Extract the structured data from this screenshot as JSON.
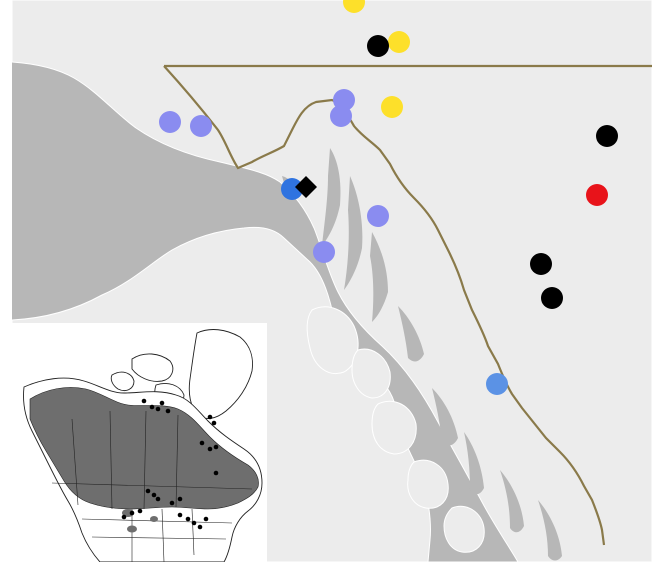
{
  "map": {
    "colors": {
      "ocean": "#b7b7b7",
      "land": "#ececec",
      "land_border": "#ffffff",
      "boundary": "#8a7a4a",
      "inset_land": "#ffffff",
      "inset_range": "#6e6e6e",
      "inset_outline": "#222222"
    },
    "legend": []
  },
  "markers": [
    {
      "id": "m1",
      "kind": "circle",
      "color": "#fde02a"
    },
    {
      "id": "m2",
      "kind": "circle",
      "color": "#fde02a"
    },
    {
      "id": "m3",
      "kind": "circle",
      "color": "#000000"
    },
    {
      "id": "m4",
      "kind": "circle",
      "color": "#8a8cf0"
    },
    {
      "id": "m5",
      "kind": "circle",
      "color": "#8a8cf0"
    },
    {
      "id": "m6",
      "kind": "circle",
      "color": "#8a8cf0"
    },
    {
      "id": "m7",
      "kind": "circle",
      "color": "#8a8cf0"
    },
    {
      "id": "m8",
      "kind": "circle",
      "color": "#fde02a"
    },
    {
      "id": "m9",
      "kind": "circle",
      "color": "#000000"
    },
    {
      "id": "m10",
      "kind": "circle",
      "color": "#2f73e0"
    },
    {
      "id": "m11",
      "kind": "diamond",
      "color": "#000000"
    },
    {
      "id": "m12",
      "kind": "circle",
      "color": "#e8131a"
    },
    {
      "id": "m13",
      "kind": "circle",
      "color": "#8a8cf0"
    },
    {
      "id": "m14",
      "kind": "circle",
      "color": "#8a8cf0"
    },
    {
      "id": "m15",
      "kind": "circle",
      "color": "#000000"
    },
    {
      "id": "m16",
      "kind": "circle",
      "color": "#000000"
    },
    {
      "id": "m17",
      "kind": "circle",
      "color": "#5b92e5"
    }
  ],
  "inset": {
    "dots": 24
  }
}
